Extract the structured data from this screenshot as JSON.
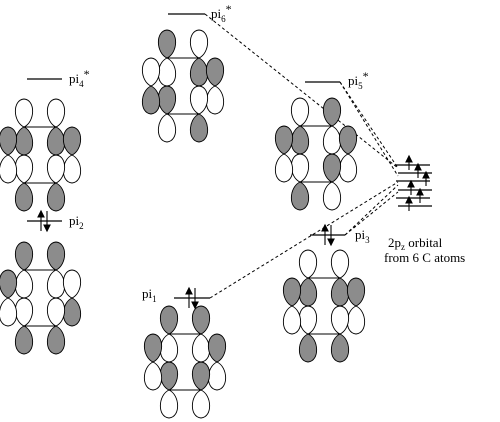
{
  "orbitals": {
    "pi6": {
      "name": "pi",
      "sub": "6",
      "sup": "*"
    },
    "pi4": {
      "name": "pi",
      "sub": "4",
      "sup": "*"
    },
    "pi5": {
      "name": "pi",
      "sub": "5",
      "sup": "*"
    },
    "pi2": {
      "name": "pi",
      "sub": "2",
      "sup": ""
    },
    "pi3": {
      "name": "pi",
      "sub": "3",
      "sup": ""
    },
    "pi1": {
      "name": "pi",
      "sub": "1",
      "sup": ""
    }
  },
  "atomic": {
    "line1_pre": "2p",
    "line1_sub": "z",
    "line1_post": " orbital",
    "line2": "from 6 C atoms"
  }
}
